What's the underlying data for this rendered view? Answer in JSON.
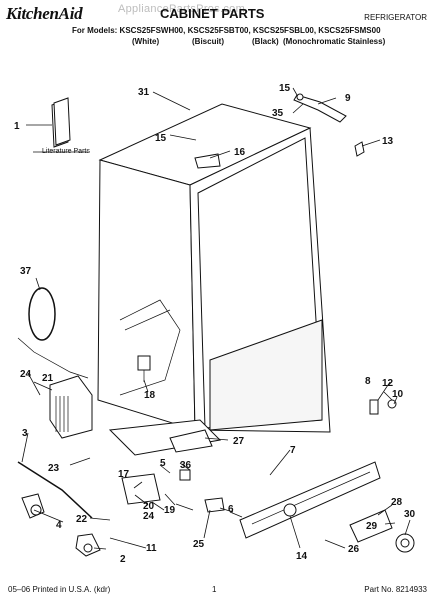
{
  "header": {
    "brand": "KitchenAid",
    "title": "CABINET PARTS",
    "type": "REFRIGERATOR",
    "watermark": "AppliancePartsPros.com",
    "models_line": "For Models: KSCS25FSWH00, KSCS25FSBT00, KSCS25FSBL00, KSCS25FSMS00",
    "variants": [
      "(White)",
      "(Biscuit)",
      "(Black)",
      "(Monochromatic Stainless)"
    ]
  },
  "diagram": {
    "literature_label": "Literature Parts",
    "callouts": [
      "1",
      "2",
      "3",
      "4",
      "5",
      "6",
      "7",
      "8",
      "9",
      "10",
      "11",
      "12",
      "13",
      "14",
      "15",
      "15",
      "16",
      "17",
      "18",
      "19",
      "20",
      "21",
      "22",
      "23",
      "24",
      "24",
      "25",
      "26",
      "27",
      "28",
      "29",
      "30",
      "31",
      "35",
      "36",
      "37"
    ]
  },
  "footer": {
    "left": "05–06 Printed in U.S.A. (kdr)",
    "center": "1",
    "right": "Part No. 8214933"
  }
}
